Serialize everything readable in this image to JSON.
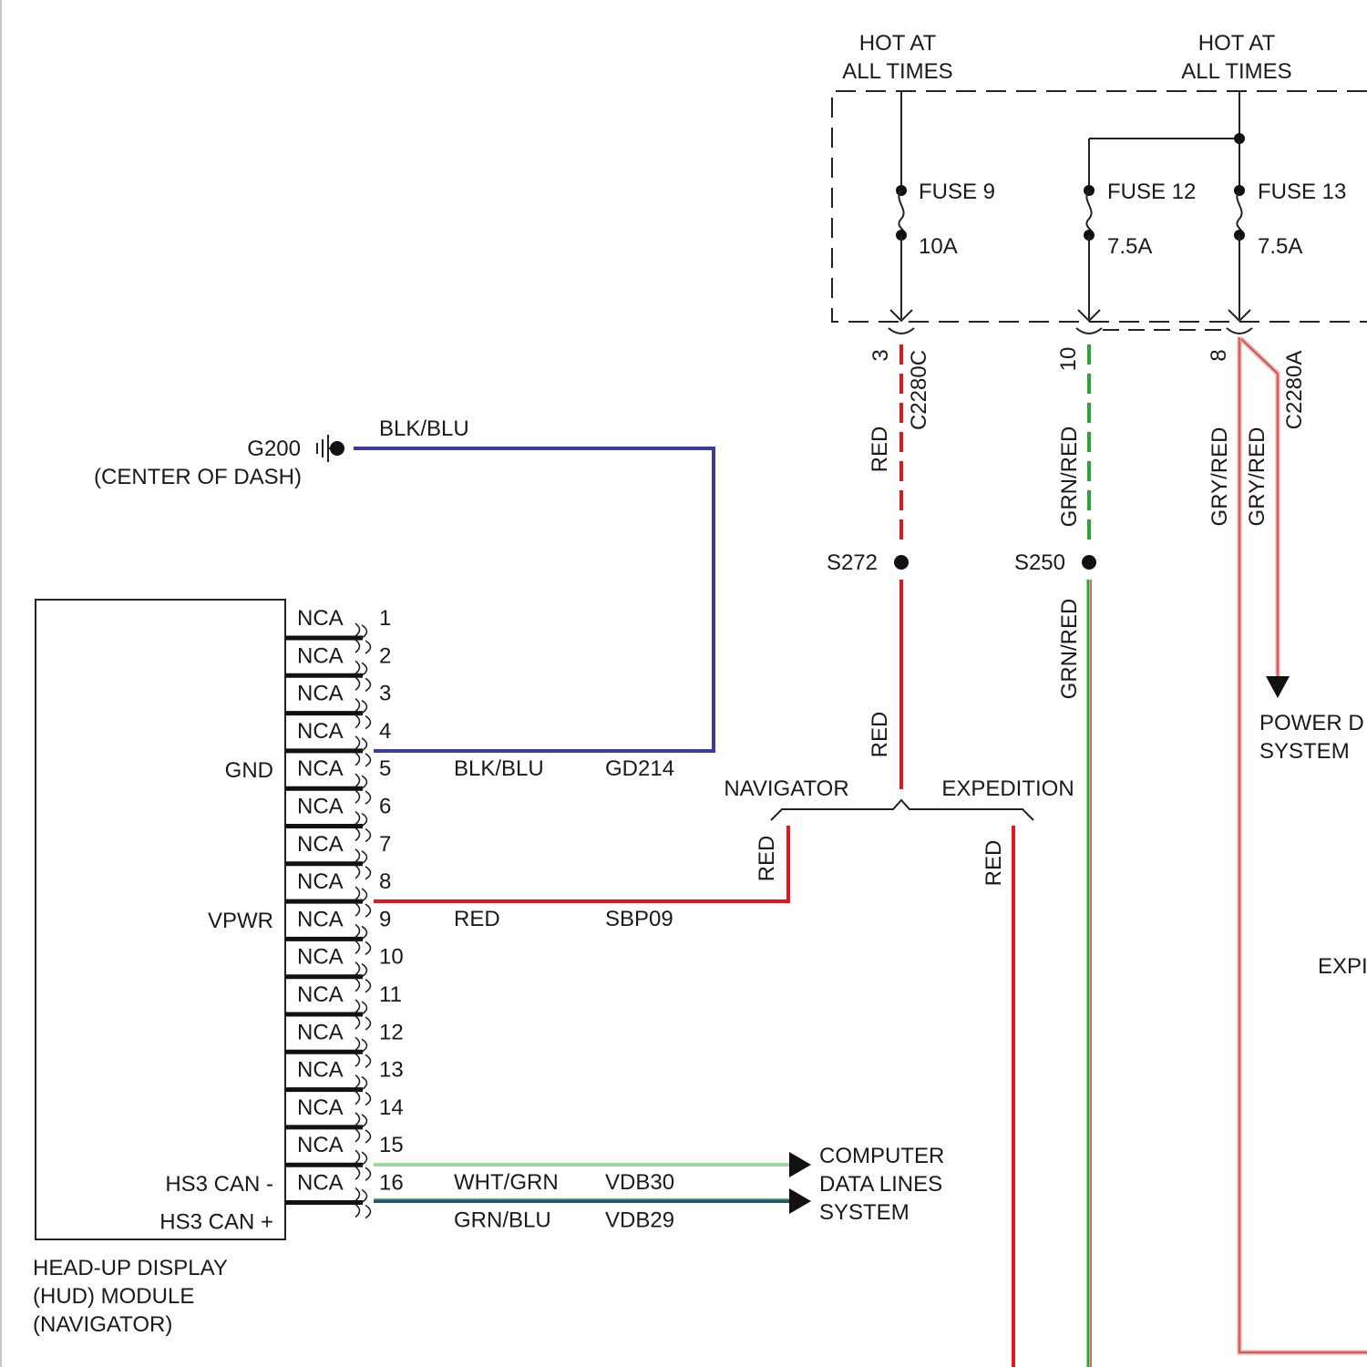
{
  "fuse_box": {
    "supply_left": [
      "HOT AT",
      "ALL TIMES"
    ],
    "supply_right": [
      "HOT AT",
      "ALL TIMES"
    ],
    "fuses": [
      {
        "name": "FUSE 9",
        "rating": "10A"
      },
      {
        "name": "FUSE 12",
        "rating": "7.5A"
      },
      {
        "name": "FUSE 13",
        "rating": "7.5A"
      }
    ]
  },
  "connectors": {
    "c2280c": "C2280C",
    "c2280a": "C2280A",
    "pins": {
      "fuse9": "3",
      "fuse12": "10",
      "fuse13": "8"
    }
  },
  "splices": {
    "s272": "S272",
    "s250": "S250"
  },
  "ground": {
    "id": "G200",
    "location": "(CENTER OF DASH)",
    "wire_color": "BLK/BLU"
  },
  "wire_labels": {
    "red": "RED",
    "grn_red": "GRN/RED",
    "gry_red": "GRY/RED"
  },
  "variants": {
    "navigator": "NAVIGATOR",
    "expedition": "EXPEDITION"
  },
  "destinations": {
    "power_distribution": [
      "POWER D",
      "SYSTEM"
    ],
    "expedition_cut": "EXPI",
    "computer_data": [
      "COMPUTER",
      "DATA LINES",
      "SYSTEM"
    ]
  },
  "module": {
    "name": [
      "HEAD-UP DISPLAY",
      "(HUD) MODULE",
      "(NAVIGATOR)"
    ],
    "pins": [
      {
        "pin": "1",
        "nca": "NCA",
        "signal": "",
        "color": "",
        "circuit": ""
      },
      {
        "pin": "2",
        "nca": "NCA",
        "signal": "",
        "color": "",
        "circuit": ""
      },
      {
        "pin": "3",
        "nca": "NCA",
        "signal": "",
        "color": "",
        "circuit": ""
      },
      {
        "pin": "4",
        "nca": "NCA",
        "signal": "GND",
        "color": "BLK/BLU",
        "circuit": "GD214"
      },
      {
        "pin": "5",
        "nca": "NCA",
        "signal": "",
        "color": "",
        "circuit": ""
      },
      {
        "pin": "6",
        "nca": "NCA",
        "signal": "",
        "color": "",
        "circuit": ""
      },
      {
        "pin": "7",
        "nca": "NCA",
        "signal": "",
        "color": "",
        "circuit": ""
      },
      {
        "pin": "8",
        "nca": "NCA",
        "signal": "VPWR",
        "color": "RED",
        "circuit": "SBP09"
      },
      {
        "pin": "9",
        "nca": "NCA",
        "signal": "",
        "color": "",
        "circuit": ""
      },
      {
        "pin": "10",
        "nca": "NCA",
        "signal": "",
        "color": "",
        "circuit": ""
      },
      {
        "pin": "11",
        "nca": "NCA",
        "signal": "",
        "color": "",
        "circuit": ""
      },
      {
        "pin": "12",
        "nca": "NCA",
        "signal": "",
        "color": "",
        "circuit": ""
      },
      {
        "pin": "13",
        "nca": "NCA",
        "signal": "",
        "color": "",
        "circuit": ""
      },
      {
        "pin": "14",
        "nca": "NCA",
        "signal": "",
        "color": "",
        "circuit": ""
      },
      {
        "pin": "15",
        "nca": "NCA",
        "signal": "HS3 CAN -",
        "color": "WHT/GRN",
        "circuit": "VDB30"
      },
      {
        "pin": "16",
        "nca": "NCA",
        "signal": "HS3 CAN +",
        "color": "GRN/BLU",
        "circuit": "VDB29"
      }
    ]
  },
  "colors": {
    "red": "#e8141b",
    "green": "#2ba52b",
    "blue": "#3b3b9c",
    "pink": "#e9a3a3",
    "light_green": "#9ed89e",
    "dark_blue": "#2c4a8c",
    "ink": "#222222"
  }
}
